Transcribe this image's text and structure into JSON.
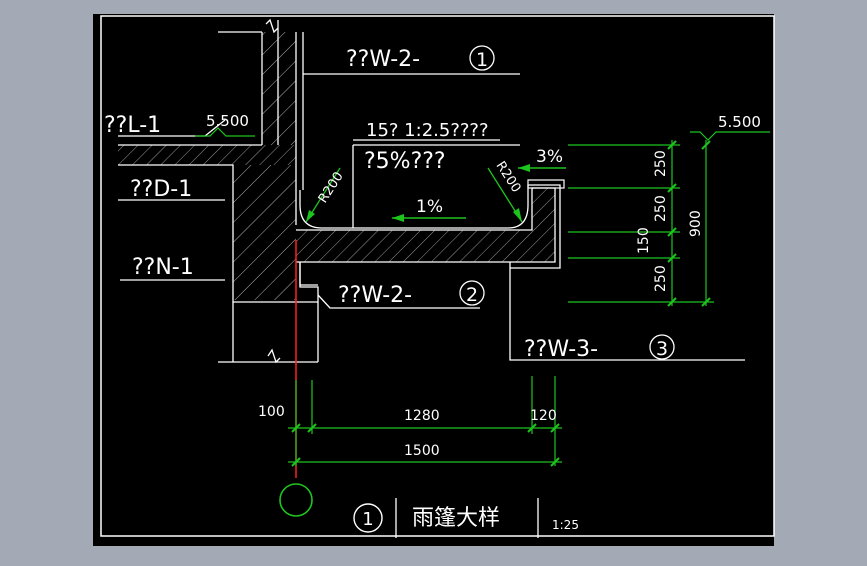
{
  "drawing": {
    "labels": {
      "ref_w2_1": "??W-2-",
      "ref_w2_1_circle": "1",
      "ref_l1": "??L-1",
      "ref_d1": "??D-1",
      "ref_n1": "??N-1",
      "ref_w2_2": "??W-2-",
      "ref_w2_2_circle": "2",
      "ref_w3_3": "??W-3-",
      "ref_w3_3_circle": "3",
      "note_mortar": "15? 1:2.5????",
      "note_slope": "?5%???"
    },
    "levels": {
      "left": "5.500",
      "right": "5.500"
    },
    "annotations": {
      "radius_left": "R200",
      "radius_right": "R200",
      "slope_1": "1%",
      "slope_3": "3%"
    },
    "dimensions": {
      "v_250_a": "250",
      "v_250_b": "250",
      "v_150": "150",
      "v_250_c": "250",
      "v_900": "900",
      "h_100": "100",
      "h_1280": "1280",
      "h_120": "120",
      "h_1500": "1500"
    },
    "title": {
      "number": "1",
      "name": "雨篷大样",
      "scale": "1:25"
    }
  },
  "colors": {
    "background": "#000000",
    "frame": "#ffffff",
    "dimension": "#1ec41e",
    "axis": "#ff2020",
    "text": "#ffffff",
    "window_bg": "#a3aab5"
  }
}
